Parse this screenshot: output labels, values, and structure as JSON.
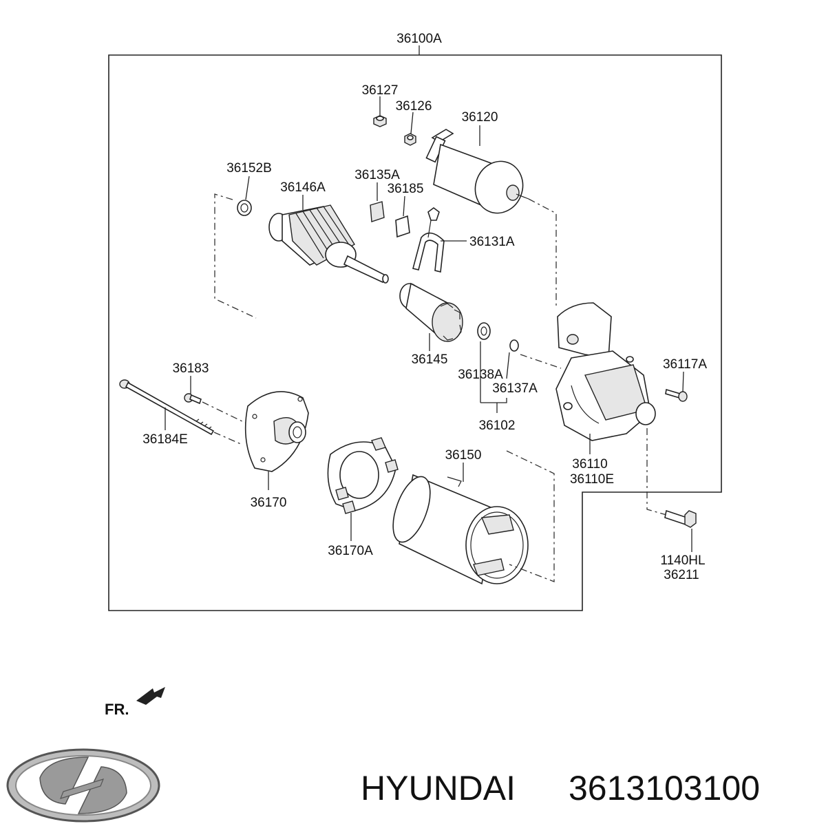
{
  "diagram": {
    "assembly_label": "36100A",
    "parts": {
      "p36127": "36127",
      "p36126": "36126",
      "p36120": "36120",
      "p36152B": "36152B",
      "p36146A": "36146A",
      "p36135A": "36135A",
      "p36185": "36185",
      "p36131A": "36131A",
      "p36145": "36145",
      "p36138A": "36138A",
      "p36137A": "36137A",
      "p36102": "36102",
      "p36117A": "36117A",
      "p36183": "36183",
      "p36184E": "36184E",
      "p36170": "36170",
      "p36150": "36150",
      "p36110": "36110",
      "p36110E": "36110E",
      "p36170A": "36170A",
      "p1140HL": "1140HL",
      "p36211": "36211"
    },
    "direction_label": "FR."
  },
  "footer": {
    "brand": "HYUNDAI",
    "part_number": "3613103100"
  }
}
